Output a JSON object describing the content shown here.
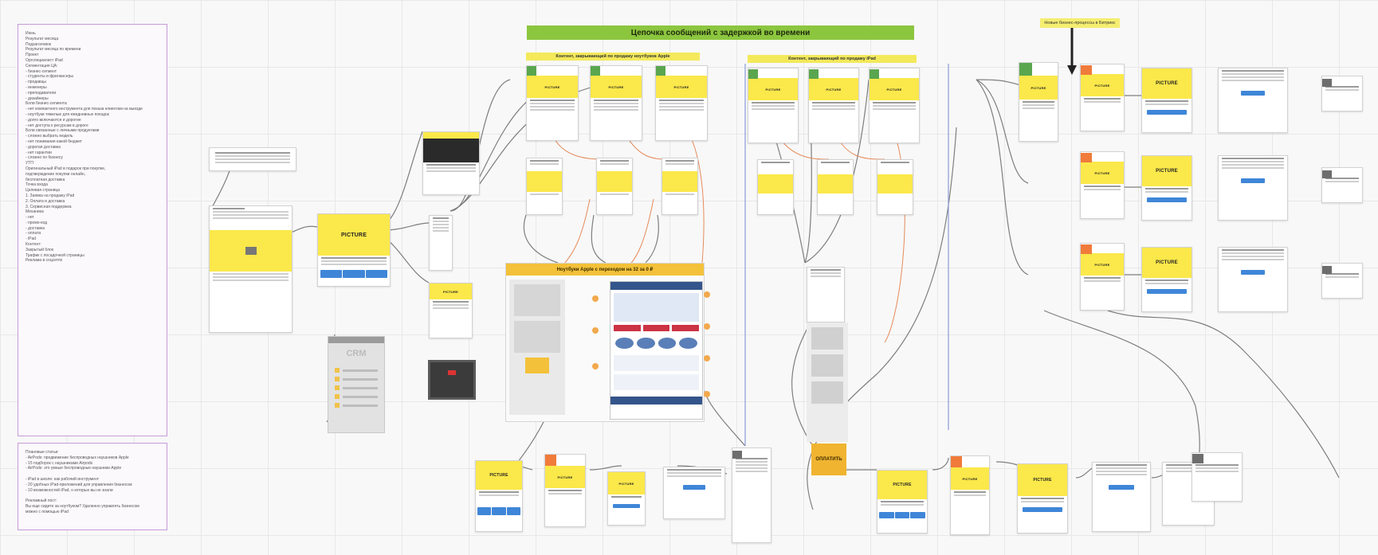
{
  "banner": {
    "title": "Цепочка сообщений с задержкой во времени"
  },
  "left_bar": {
    "label": "Контент, закрывающий по продажу ноутбуков Apple"
  },
  "right_bar": {
    "label": "Контент, закрывающий по продажу iPad"
  },
  "center_panel": {
    "title": "Ноутбуки Apple с переходом на 32 за 0 ₽"
  },
  "sticky_note": {
    "text": "Новые бизнес-процессы в Битрикс"
  },
  "brand": {
    "logo": "PICTURE"
  },
  "crm": {
    "label": "CRM"
  },
  "cta": {
    "label": "ОПЛАТИТЬ"
  },
  "notes_top": [
    "Июнь",
    "Результат месяца",
    "Подзаголовок",
    "Результат месяца по времени",
    "Проект",
    "Оргспециалист iPad",
    "Сегментация ЦА:",
    "- бизнес-сегмент",
    "- студенты и фрилансеры",
    "- продавцы",
    "- инженеры",
    "- преподаватели",
    "- дизайнеры",
    "Боли бизнес-сегмента",
    "- нет компактного инструмента для показа клиентам на выезде",
    "- ноутбуки тяжелые для ежедневных поездок",
    "- долго включаются и дорогие",
    "- нет доступа к ресурсам в дороге",
    "Боли связанные с личными продуктами",
    "- сложно выбрать модель",
    "- нет понимания какой бюджет",
    "- дорогая доставка",
    "- нет гарантии",
    "- сложно по бизнесу",
    "УТП",
    "Оригинальный iPad в подарок при покупке,",
    "подтверждение покупки онлайн,",
    "бесплатная доставка",
    "Точка входа",
    "Целевая страница",
    "1. Заявка на продажу iPad",
    "2. Оплата и доставка",
    "3. Сервисная поддержка",
    "Механика",
    "- нет",
    "- промо-код",
    "- доставка",
    "- оплата",
    "- iPad",
    "Контент:",
    "Закрытый блок",
    "Трафик с посадочной страницы",
    "Реклама в соцсетях"
  ],
  "notes_bottom": [
    "Плановые статьи:",
    "- AirPods: продвижение беспроводных наушников Apple",
    "- 15 подборок с наушниками Airpods",
    "- AirPods: это умные беспроводные наушники Apple",
    "",
    "- iPad в школе: как рабочий инструмент",
    "- 20 удобных iPad-приложений для управления бизнесом",
    "- 10 возможностей iPad, о которых вы не знали",
    "",
    "Рекламный пост:",
    "Вы еще сидите за ноутбуком? Удаленно управлять бизнесом",
    "можно с помощью iPad"
  ]
}
